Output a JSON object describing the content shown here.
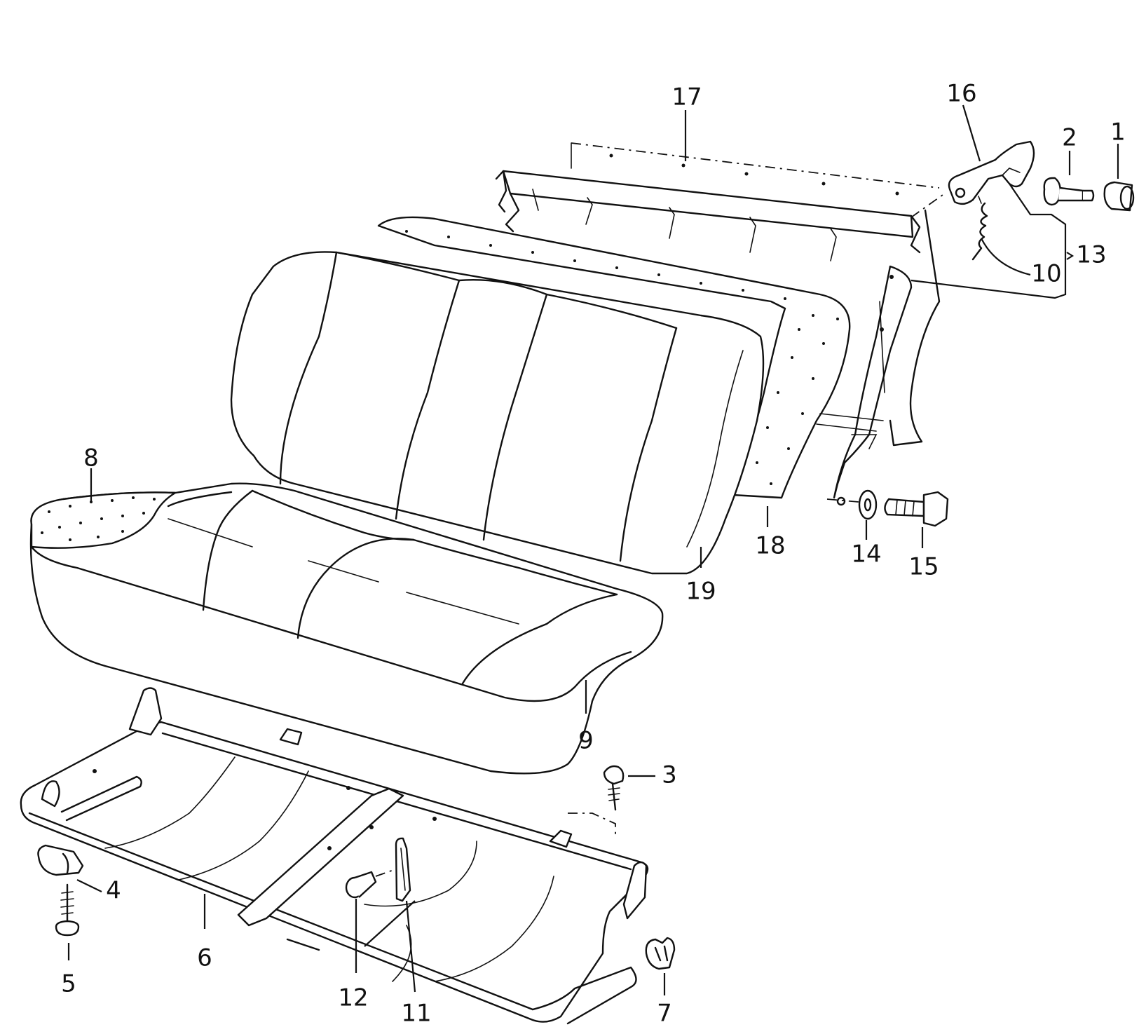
{
  "callouts": [
    {
      "id": "17",
      "label": "17"
    },
    {
      "id": "16",
      "label": "16"
    },
    {
      "id": "2",
      "label": "2"
    },
    {
      "id": "1",
      "label": "1"
    },
    {
      "id": "10",
      "label": "10"
    },
    {
      "id": "13",
      "label": "13"
    },
    {
      "id": "8",
      "label": "8"
    },
    {
      "id": "18",
      "label": "18"
    },
    {
      "id": "14",
      "label": "14"
    },
    {
      "id": "15",
      "label": "15"
    },
    {
      "id": "19",
      "label": "19"
    },
    {
      "id": "9",
      "label": "9"
    },
    {
      "id": "3",
      "label": "3"
    },
    {
      "id": "4",
      "label": "4"
    },
    {
      "id": "6",
      "label": "6"
    },
    {
      "id": "5",
      "label": "5"
    },
    {
      "id": "12",
      "label": "12"
    },
    {
      "id": "11",
      "label": "11"
    },
    {
      "id": "7",
      "label": "7"
    }
  ]
}
